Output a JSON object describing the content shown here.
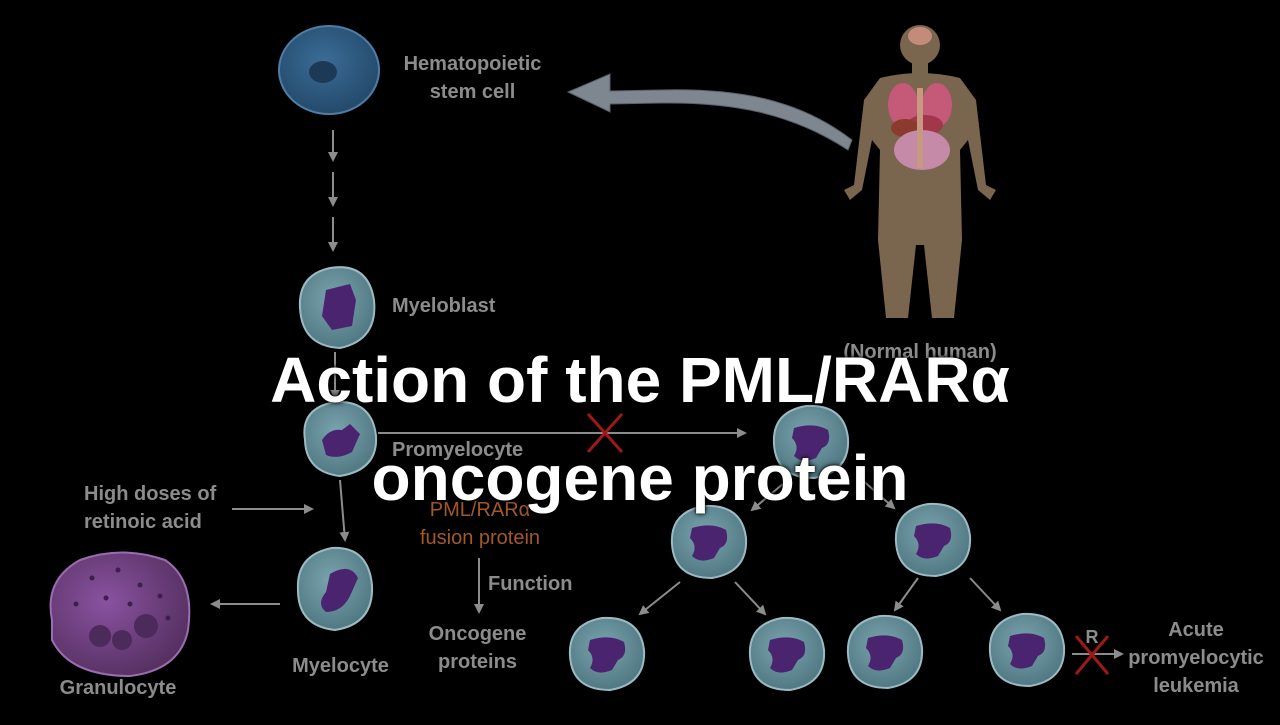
{
  "title": {
    "line1": "Action of the PML/RARα",
    "line2": "oncogene protein"
  },
  "labels": {
    "stem_line1": "Hematopoietic",
    "stem_line2": "stem cell",
    "myeloblast": "Myeloblast",
    "normal_human": "(Normal human)",
    "promyelocyte": "Promyelocyte",
    "retinoic_line1": "High doses of",
    "retinoic_line2": "retinoic acid",
    "fusion_line1": "PML/RARα",
    "fusion_line2": "fusion protein",
    "function": "Function",
    "oncogene_line1": "Oncogene",
    "oncogene_line2": "proteins",
    "myelocyte": "Myelocyte",
    "granulocyte": "Granulocyte",
    "receptor_mark": "R",
    "apl_line1": "Acute",
    "apl_line2": "promyelocytic",
    "apl_line3": "leukemia"
  },
  "colors": {
    "background": "#000000",
    "arrow": "#8c8c8c",
    "blocked_mark": "#a01818",
    "cell_body": "#5f8c97",
    "nucleus": "#4b2470",
    "stem_cell": "#2d5a80",
    "granulocyte": "#6b3a7a",
    "label_text": "#8c8c8c",
    "fusion_text": "#a2582a",
    "title_text": "#ffffff"
  }
}
